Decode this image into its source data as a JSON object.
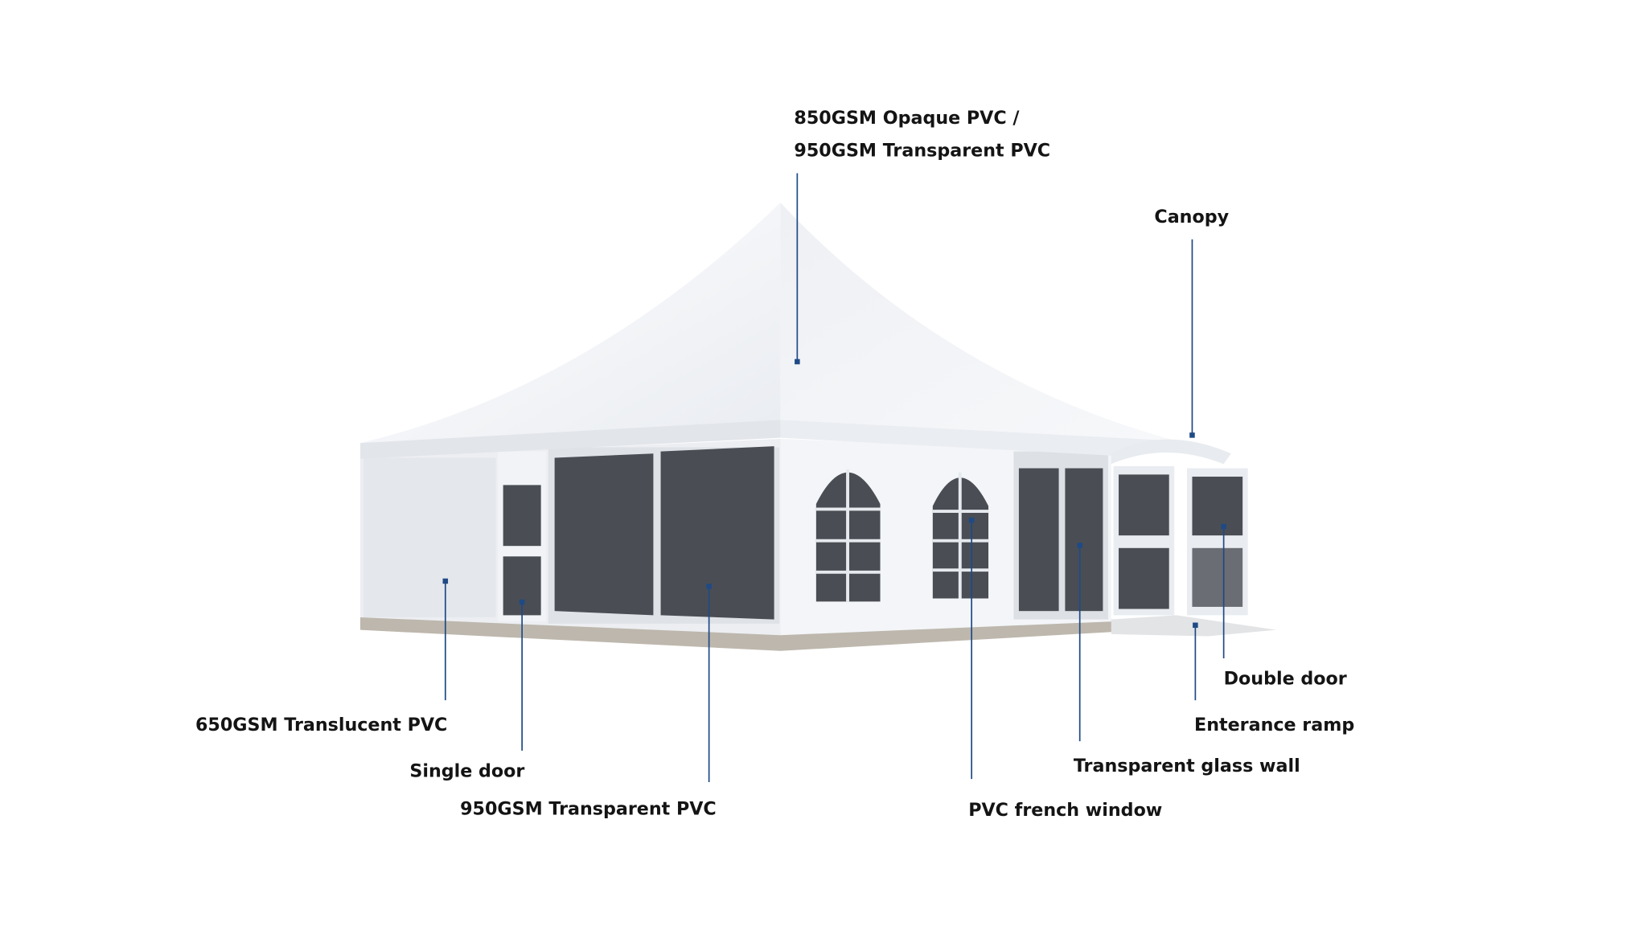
{
  "colors": {
    "leader_line": "#1f4a85",
    "label_text": "#141414",
    "tent_fabric": "#f2f4f7",
    "glass": "#4a4e54"
  },
  "labels": {
    "roof_line1": "850GSM Opaque PVC /",
    "roof_line2": "950GSM Transparent PVC",
    "canopy": "Canopy",
    "translucent_wall": "650GSM Translucent PVC",
    "single_door": "Single door",
    "transparent_wall": "950GSM Transparent PVC",
    "french_window": "PVC french window",
    "glass_wall": "Transparent glass wall",
    "double_door": "Double door",
    "ramp": "Enterance ramp"
  }
}
